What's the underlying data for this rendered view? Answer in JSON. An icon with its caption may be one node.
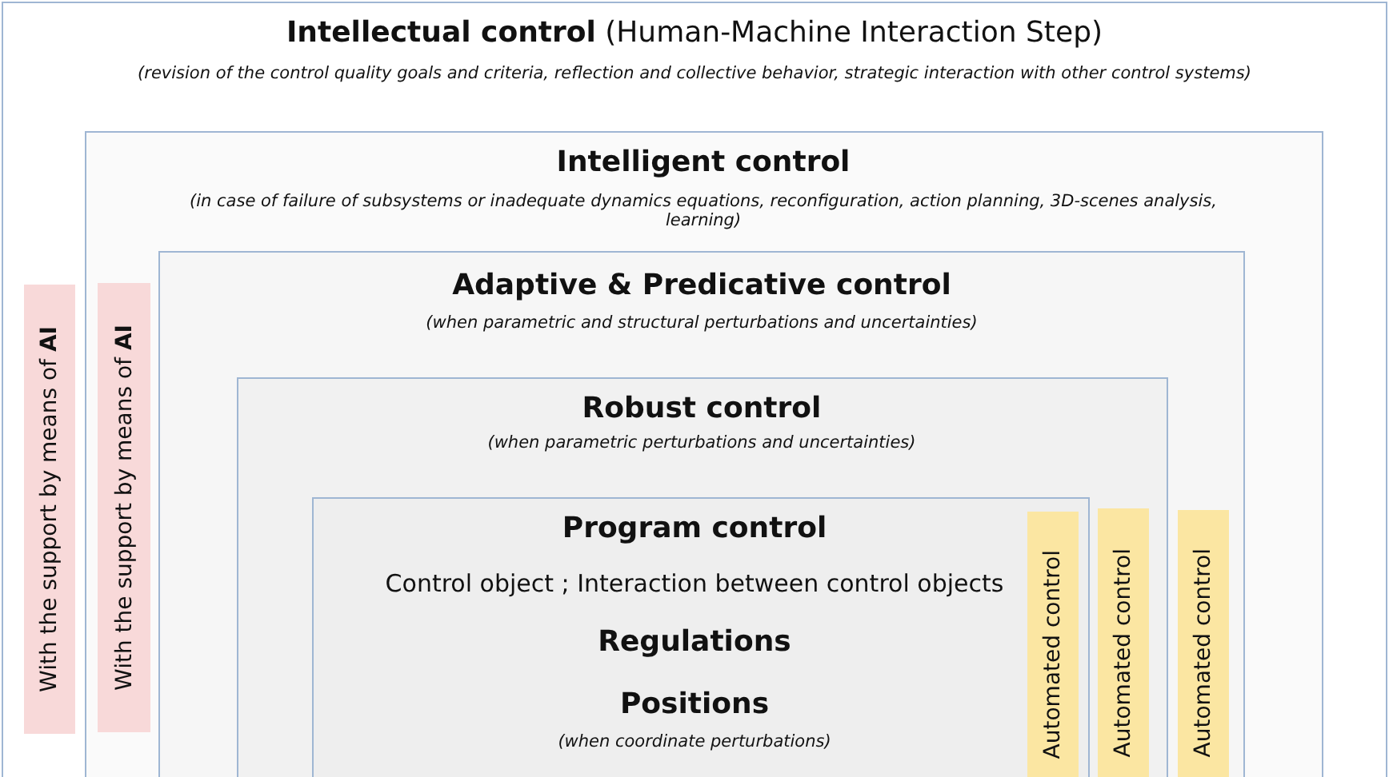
{
  "diagram": {
    "nodes": [
      {
        "text": [
          "**Intellectual control** (Human-Machine Interaction Step)",
          "(revision of the control quality goals and criteria,  reflection and collective  behavior, strategic interaction with other control systems)"
        ]
      },
      {
        "text": [
          "With the support by means of **AI**"
        ],
        "in": 0
      },
      {
        "text": [
          "Intelligent control",
          "(in case of failure of subsystems or inadequate dynamics equations, reconfiguration,  action planning, 3D-scenes analysis, learning)"
        ],
        "in": 0
      },
      {
        "text": [
          "With the support by means of **AI**"
        ],
        "in": 2
      },
      {
        "text": [
          "Adaptive & Predicative control",
          "(when parametric and structural perturbations and uncertainties)"
        ],
        "in": 2
      },
      {
        "text": [
          "Automated control"
        ],
        "in": 4
      },
      {
        "text": [
          "Robust control",
          "(when parametric perturbations  and uncertainties)"
        ],
        "in": 4
      },
      {
        "text": [
          "Automated control"
        ],
        "in": 6
      },
      {
        "text": [
          "Program control",
          "Control object ; Interaction between control objects",
          "Regulations",
          "Positions",
          "(when coordinate perturbations)"
        ],
        "in": 6
      },
      {
        "text": [
          "Automated control"
        ],
        "in": 8
      }
    ]
  }
}
